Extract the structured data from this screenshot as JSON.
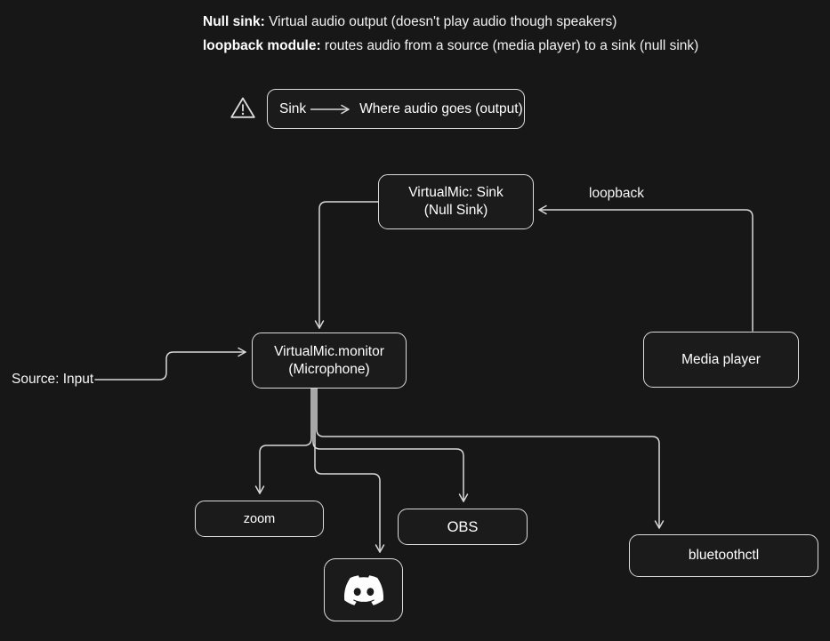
{
  "colors": {
    "background": "#171717",
    "stroke": "#d8d8d8",
    "text": "#ffffff"
  },
  "notes": [
    {
      "bold": "Null sink:",
      "rest": " Virtual audio output (doesn't play audio though speakers)"
    },
    {
      "bold": "loopback module:",
      "rest": " routes audio from a source (media player) to a sink (null sink)"
    }
  ],
  "legend": {
    "term": "Sink",
    "definition": "Where audio goes (output)"
  },
  "nodes": {
    "virtualmic_sink": {
      "title": "VirtualMic: Sink",
      "subtitle": "(Null Sink)"
    },
    "media_player": {
      "label": "Media player"
    },
    "virtualmic_monitor": {
      "title": "VirtualMic.monitor",
      "subtitle": "(Microphone)"
    },
    "zoom": {
      "label": "zoom"
    },
    "obs": {
      "label": "OBS"
    },
    "discord": {
      "icon": "discord-icon"
    },
    "bluetoothctl": {
      "label": "bluetoothctl"
    }
  },
  "edge_labels": {
    "loopback": "loopback",
    "source_input": "Source: Input"
  }
}
